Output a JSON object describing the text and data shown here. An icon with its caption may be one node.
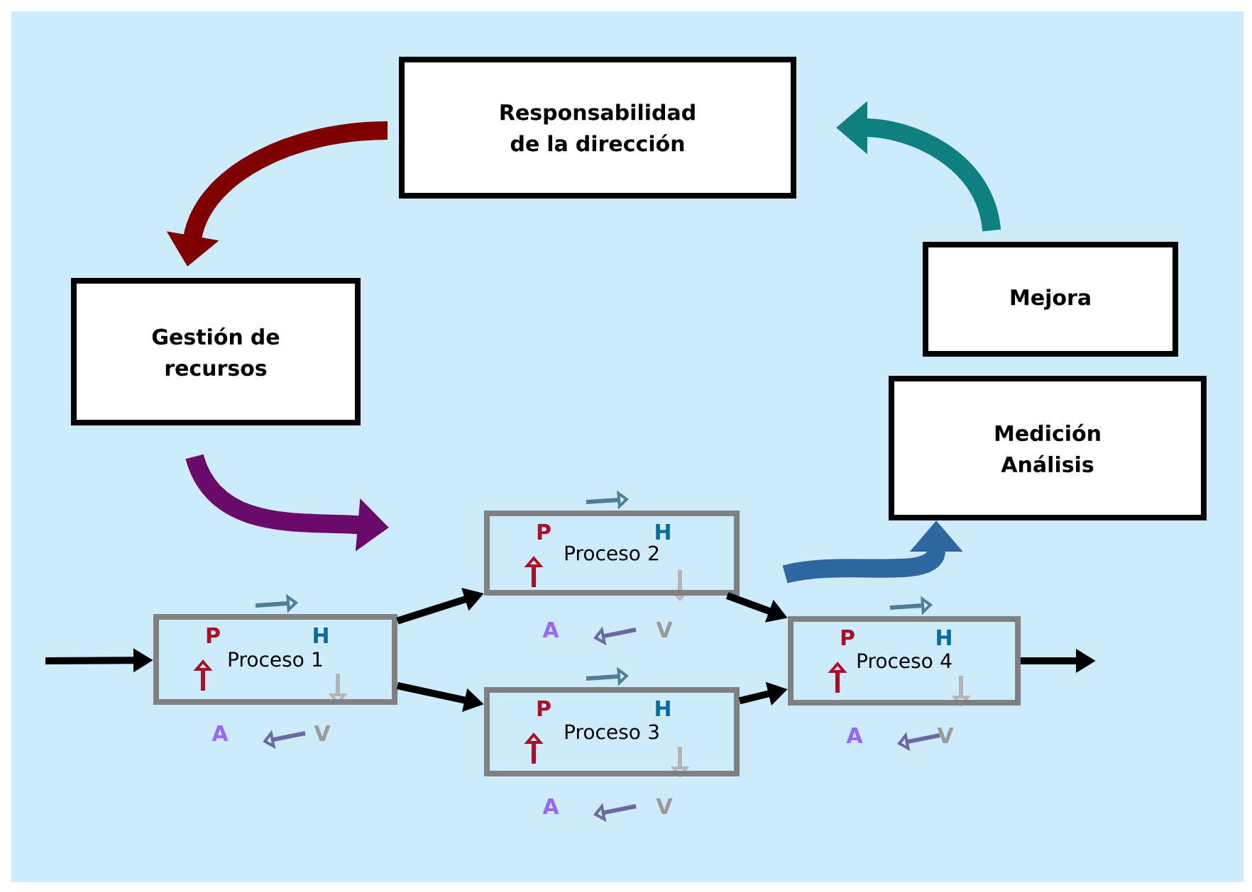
{
  "diagram": {
    "nodes": [
      {
        "text": [
          "Responsabilidad de la dirección"
        ]
      },
      {
        "text": [
          "Gestión de recursos"
        ]
      },
      {
        "text": [
          "Mejora"
        ]
      },
      {
        "text": [
          "Medición Análisis"
        ]
      },
      {
        "text": [
          "Proceso 1"
        ]
      },
      {
        "text": [
          "Proceso 2"
        ]
      },
      {
        "text": [
          "Proceso 3"
        ]
      },
      {
        "text": [
          "Proceso 4"
        ]
      }
    ],
    "edges": [
      {
        "from": null,
        "to": 4,
        "arrow": "to"
      },
      {
        "from": 4,
        "to": 5,
        "arrow": "to"
      },
      {
        "from": 4,
        "to": 6,
        "arrow": "to"
      },
      {
        "from": 5,
        "to": 7,
        "arrow": "to"
      },
      {
        "from": 6,
        "to": 7,
        "arrow": "to"
      },
      {
        "from": 7,
        "to": null,
        "arrow": "to"
      },
      {
        "from": 0,
        "to": 1,
        "arrow": "to",
        "style": "thick",
        "color": "#800000"
      },
      {
        "from": 1,
        "to": null,
        "arrow": "to",
        "style": "thick",
        "color": "#6b0a6b"
      },
      {
        "from": null,
        "to": 3,
        "arrow": "to",
        "style": "thick",
        "color": "#2f68a0"
      },
      {
        "from": 2,
        "to": 0,
        "arrow": "to",
        "style": "thick",
        "color": "#0f8080"
      }
    ],
    "labels": [
      "P",
      "H",
      "A",
      "V",
      "P",
      "H",
      "A",
      "V",
      "P",
      "H",
      "A",
      "V",
      "P",
      "H",
      "A",
      "V"
    ]
  }
}
